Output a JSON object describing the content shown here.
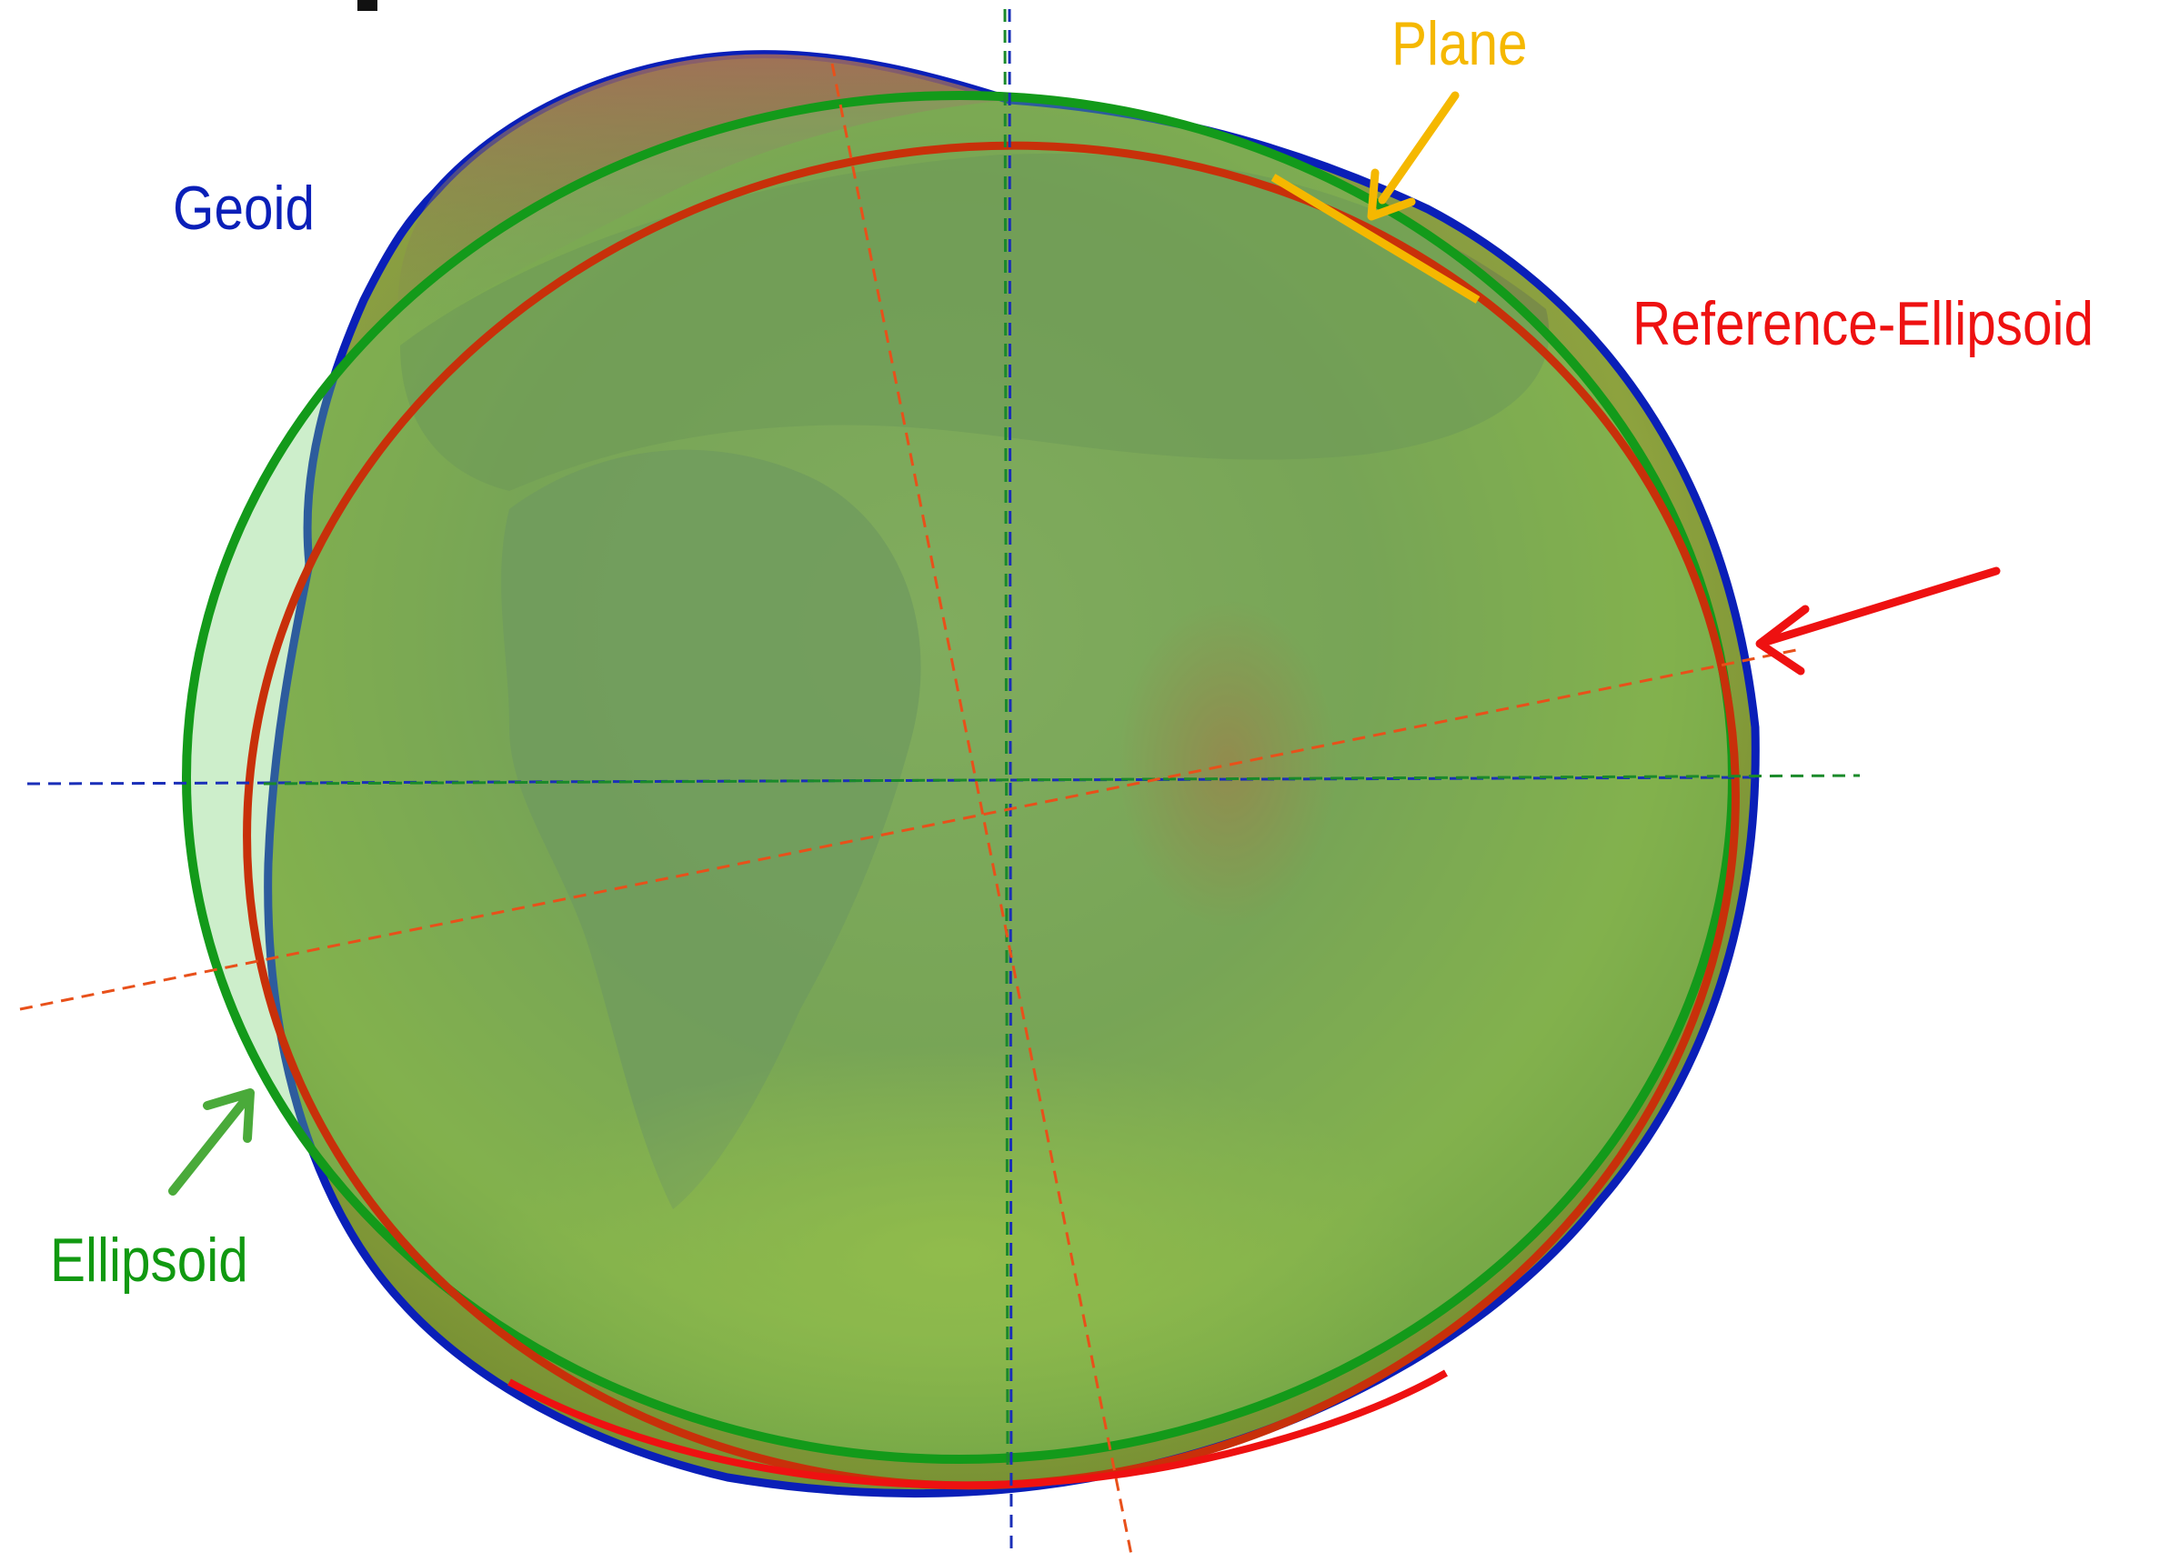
{
  "labels": {
    "geoid": "Geoid",
    "plane": "Plane",
    "reference_ellipsoid": "Reference-Ellipsoid",
    "ellipsoid": "Ellipsoid"
  },
  "colors": {
    "geoid": "#0a1fb8",
    "plane": "#f5b800",
    "reference_ellipsoid": "#ee1111",
    "ellipsoid": "#119911",
    "reference_ellipse_stroke": "#c8300a",
    "ellipsoid_stroke": "#139a1a",
    "ellipsoid_arrow": "#4aaa3a",
    "axis_blue": "#1a2fb8",
    "axis_green": "#1a8a2a",
    "axis_orange": "#e8501a",
    "earth_fill": "#7a9a4a"
  },
  "icons": {
    "plane_arrow": "arrow-down-left-icon",
    "reference_arrow": "arrow-left-icon",
    "ellipsoid_arrow": "arrow-up-right-icon"
  }
}
